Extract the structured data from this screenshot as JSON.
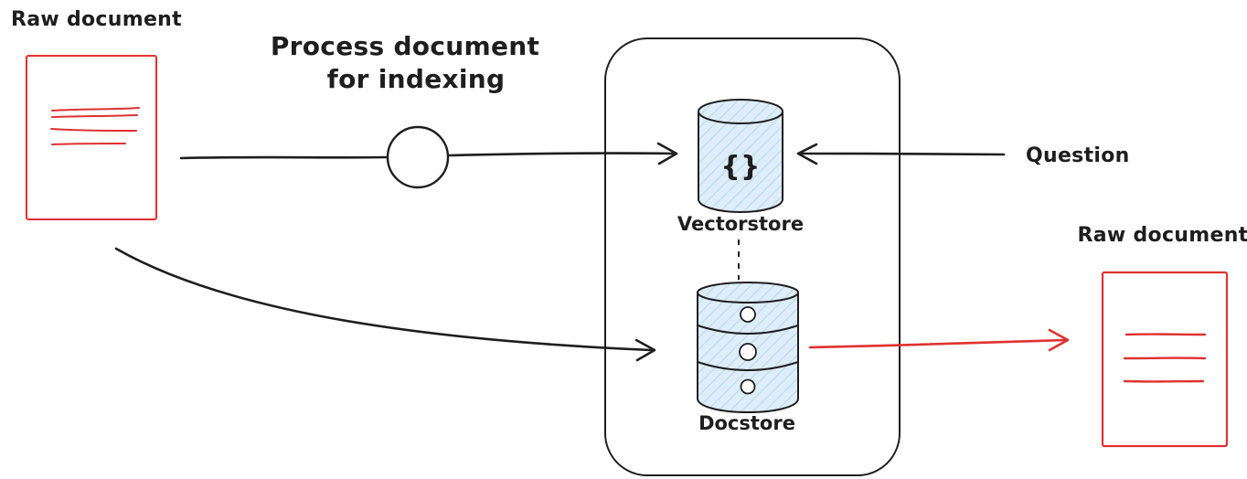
{
  "diagram": {
    "labels": {
      "raw_document_left": "Raw document",
      "process_line1": "Process document",
      "process_line2": "for indexing",
      "vectorstore": "Vectorstore",
      "vectorstore_glyph": "{}",
      "docstore": "Docstore",
      "question": "Question",
      "raw_document_right": "Raw document"
    },
    "colors": {
      "ink": "#1e1e1e",
      "red": "#e03131",
      "cylinder_fill": "#ddedf9",
      "cylinder_hatch": "#b9d9f0"
    }
  }
}
